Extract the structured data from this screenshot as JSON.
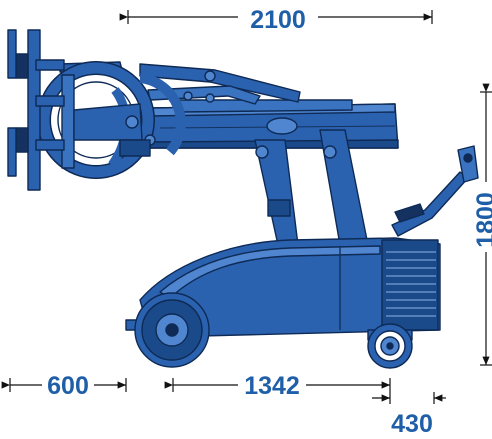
{
  "dimensions": {
    "overall_length": "2100",
    "height": "1800",
    "front_overhang": "600",
    "wheelbase": "1342",
    "rear_overhang": "430"
  },
  "colors": {
    "machine_blue": "#2a62b0",
    "machine_dark": "#14315f",
    "machine_light": "#4f86cf",
    "dimension_blue": "#1f5fa8",
    "line": "#111111"
  }
}
